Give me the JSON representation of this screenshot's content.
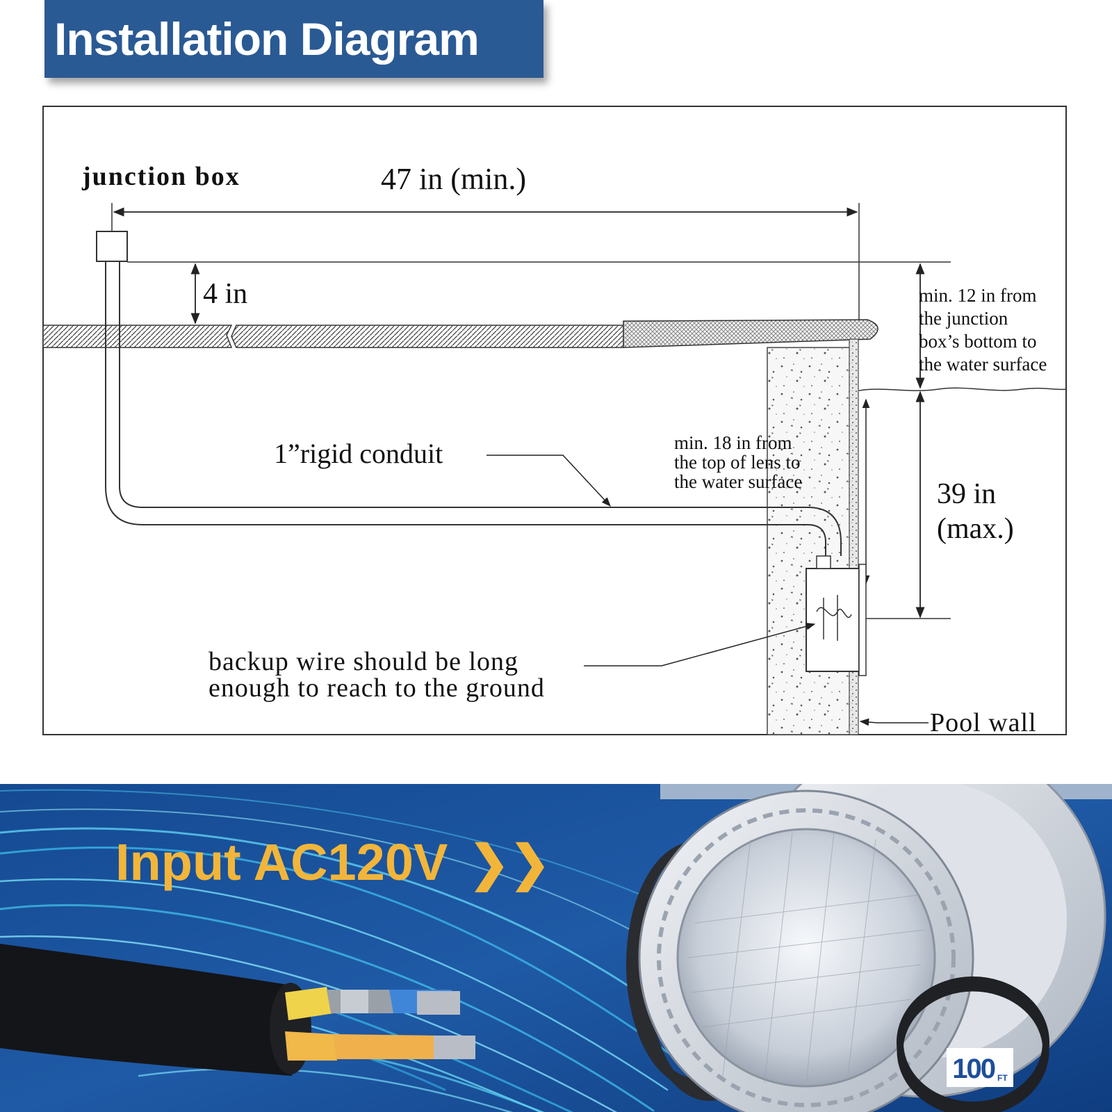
{
  "header": {
    "title": "Installation Diagram"
  },
  "diagram": {
    "junction_box": "junction box",
    "min_distance": "47 in (min.)",
    "height_above_deck": "4 in",
    "clearance_note": [
      "min. 12 in  from",
      "the junction",
      "box’s bottom to",
      "the water surface"
    ],
    "conduit": "1”rigid conduit",
    "lens_note": [
      "min. 18 in   from",
      "the top of lens to",
      "the water surface"
    ],
    "depth_value": "39 in",
    "depth_qualifier": "(max.)",
    "backup_wire_note": [
      "backup wire should be long",
      "enough to reach to the ground"
    ],
    "pool_wall": "Pool wall"
  },
  "product": {
    "headline": "Input AC120V",
    "chevron": "❯❯",
    "cable_badge_value": "100",
    "cable_badge_unit": "FT"
  },
  "colors": {
    "banner": "#2a5a94",
    "headline": "#f2b53a",
    "bottom_background": "#1a4f9a"
  }
}
